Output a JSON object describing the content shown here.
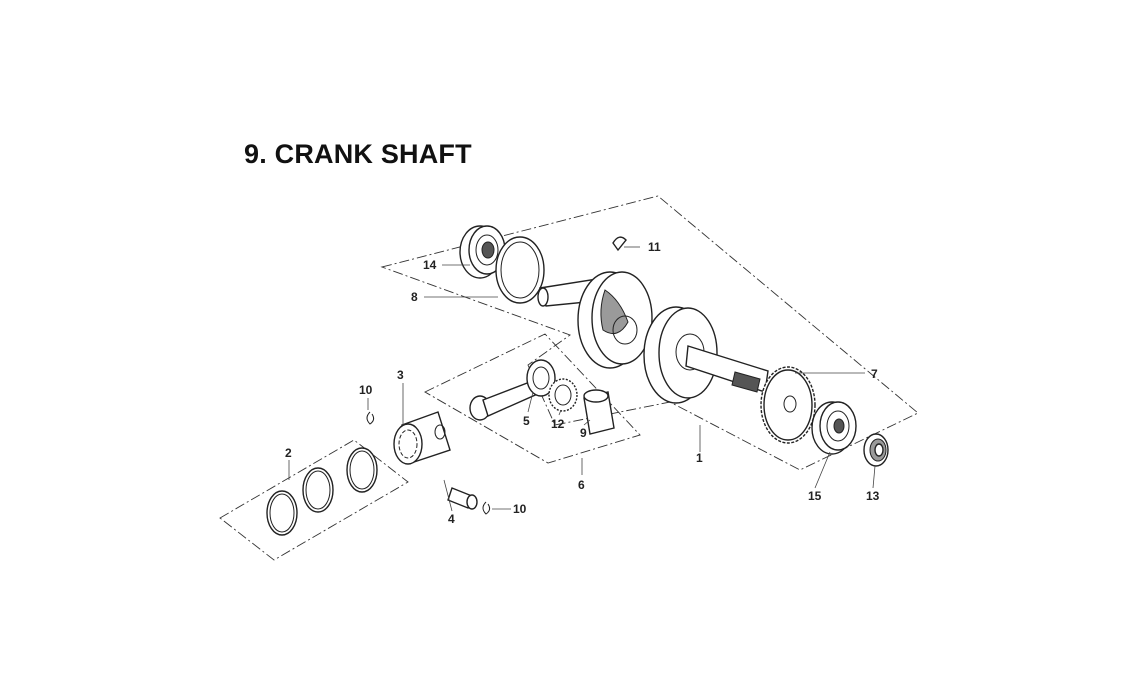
{
  "title": "9. CRANK SHAFT",
  "labels": [
    {
      "id": "11",
      "text": "11"
    },
    {
      "id": "14",
      "text": "14"
    },
    {
      "id": "8",
      "text": "8"
    },
    {
      "id": "7",
      "text": "7"
    },
    {
      "id": "3",
      "text": "3"
    },
    {
      "id": "10a",
      "text": "10"
    },
    {
      "id": "5",
      "text": "5"
    },
    {
      "id": "12",
      "text": "12"
    },
    {
      "id": "9",
      "text": "9"
    },
    {
      "id": "1",
      "text": "1"
    },
    {
      "id": "2",
      "text": "2"
    },
    {
      "id": "6",
      "text": "6"
    },
    {
      "id": "15",
      "text": "15"
    },
    {
      "id": "13",
      "text": "13"
    },
    {
      "id": "4",
      "text": "4"
    },
    {
      "id": "10b",
      "text": "10"
    }
  ]
}
